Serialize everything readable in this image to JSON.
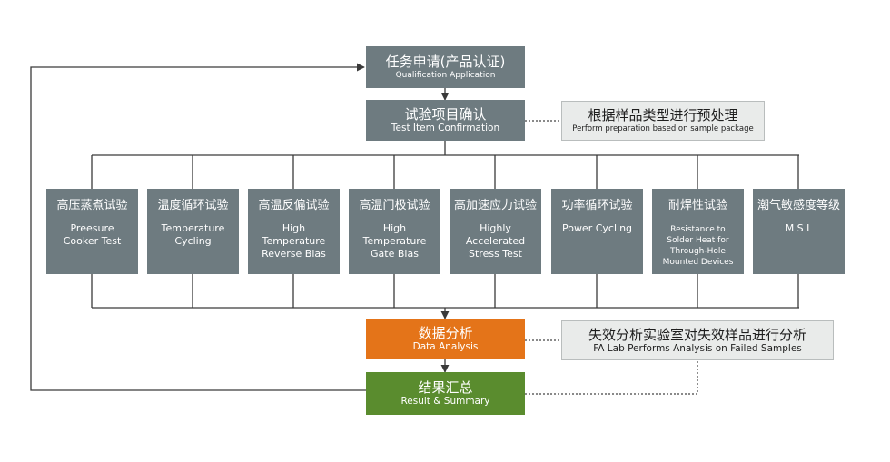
{
  "flow": {
    "application": {
      "zh": "任务申请(产品认证)",
      "en": "Qualification Application"
    },
    "confirmation": {
      "zh": "试验项目确认",
      "en": "Test Item Confirmation"
    },
    "preprocess": {
      "zh": "根据样品类型进行预处理",
      "en": "Perform preparation based on sample package"
    },
    "analysis": {
      "zh": "数据分析",
      "en": "Data Analysis"
    },
    "fa_lab": {
      "zh": "失效分析实验室对失效样品进行分析",
      "en": "FA Lab Performs Analysis on Failed Samples"
    },
    "summary": {
      "zh": "结果汇总",
      "en": "Result & Summary"
    }
  },
  "tests": [
    {
      "zh": "高压蒸煮试验",
      "en": [
        "Preesure",
        "Cooker Test"
      ]
    },
    {
      "zh": "温度循环试验",
      "en": [
        "Temperature",
        "Cycling"
      ]
    },
    {
      "zh": "高温反偏试验",
      "en": [
        "High",
        "Temperature",
        "Reverse Bias"
      ]
    },
    {
      "zh": "高温门极试验",
      "en": [
        "High",
        "Temperature",
        "Gate Bias"
      ]
    },
    {
      "zh": "高加速应力试验",
      "en": [
        "Highly",
        "Accelerated",
        "Stress Test"
      ]
    },
    {
      "zh": "功率循环试验",
      "en": [
        "Power Cycling"
      ]
    },
    {
      "zh": "耐焊性试验",
      "en": [
        "Resistance to",
        "Solder Heat  for",
        "Through-Hole",
        "Mounted Devices"
      ]
    },
    {
      "zh": "潮气敏感度等级",
      "en": [
        "M S L"
      ]
    }
  ],
  "colors": {
    "box_grey": "#6e7b80",
    "analysis_orange": "#e47419",
    "summary_green": "#5a8c2e",
    "note_bg": "#e9ebea",
    "line": "#3a3a3a"
  }
}
